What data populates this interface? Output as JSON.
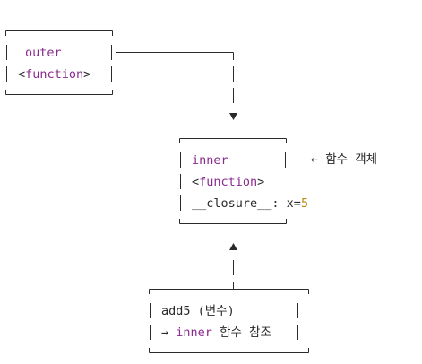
{
  "boxes": {
    "outer": {
      "name": "outer",
      "type_prefix": "<",
      "type": "function",
      "type_suffix": ">"
    },
    "inner": {
      "name": "inner",
      "type_prefix": "<",
      "type": "function",
      "type_suffix": ">",
      "closure_key": "__closure__:",
      "closure_var": " x=",
      "closure_value": "5",
      "annotation": "← 함수 객체"
    },
    "add5": {
      "line1": "add5 (변수)",
      "arrow": "→ ",
      "ref_name": "inner",
      "ref_text": " 함수 참조"
    }
  },
  "colors": {
    "keyword": "#8a2b8e",
    "number": "#b8860b",
    "text": "#2a2a2a",
    "line": "#2a2a2a"
  }
}
